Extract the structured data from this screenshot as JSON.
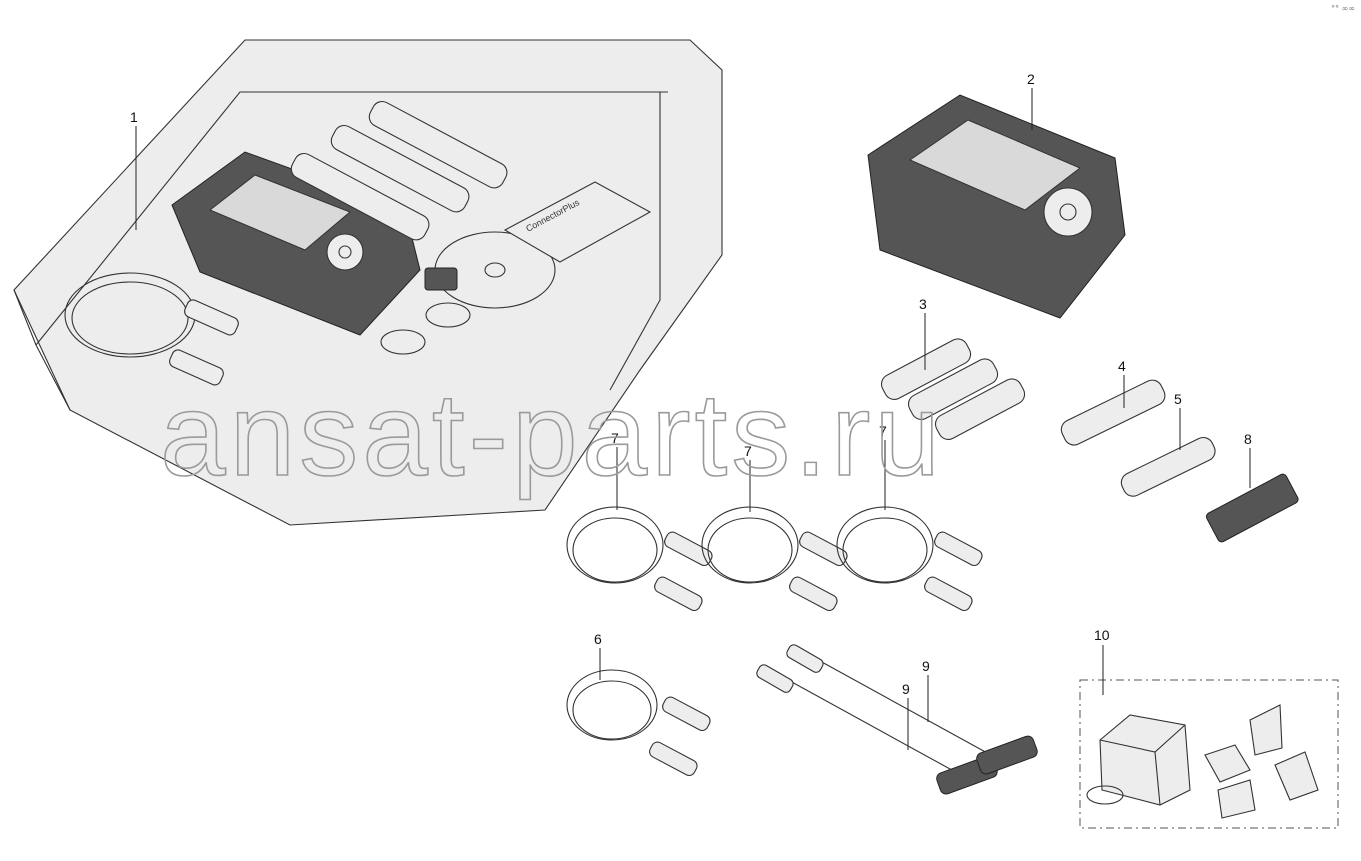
{
  "callouts": {
    "c1": "1",
    "c2": "2",
    "c3": "3",
    "c4": "4",
    "c5": "5",
    "c6": "6",
    "c7a": "7",
    "c7b": "7",
    "c7c": "7",
    "c8": "8",
    "c9a": "9",
    "c9b": "9",
    "c10": "10"
  },
  "watermark": "ansat-parts.ru",
  "corner_mark": "°° ∞∞",
  "device_labels": {
    "booklet_title": "ConnectorPlus"
  },
  "colors": {
    "line": "#333333",
    "fill": "#ededed",
    "watermark": "#9a9a9a"
  }
}
